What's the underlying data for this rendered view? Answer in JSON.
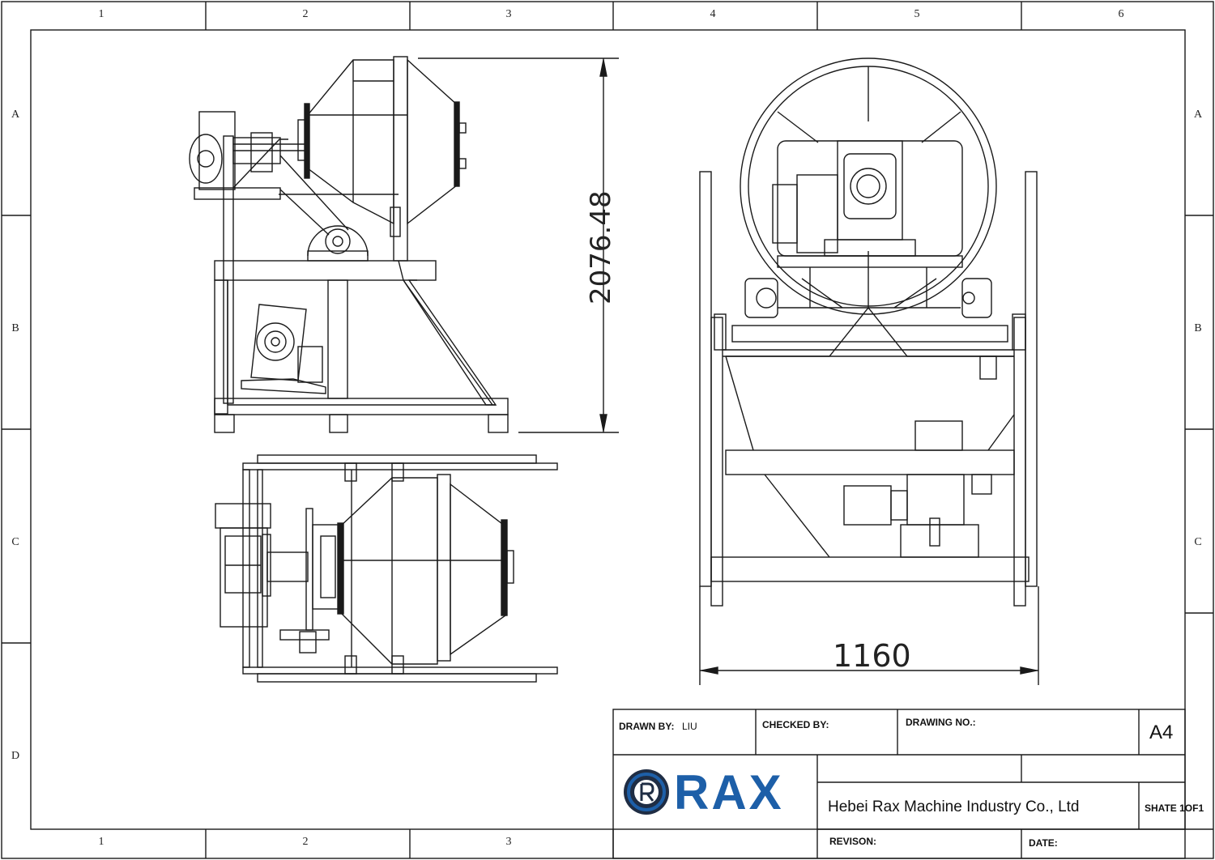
{
  "border": {
    "column_numbers": [
      "1",
      "2",
      "3",
      "4",
      "5",
      "6"
    ],
    "row_letters": [
      "A",
      "B",
      "C",
      "D"
    ]
  },
  "dimensions": {
    "height": "2076.48",
    "width": "1160"
  },
  "title_block": {
    "drawn_by_label": "DRAWN BY:",
    "drawn_by_value": "LIU",
    "checked_by_label": "CHECKED BY:",
    "drawing_no_label": "DRAWING NO.:",
    "size": "A4",
    "company": "Hebei Rax Machine Industry Co., Ltd",
    "sheet": "SHATE 1OF1",
    "revision_label": "REVISON:",
    "date_label": "DATE:",
    "logo": "RAX"
  },
  "colors": {
    "line": "#1a1a1a",
    "logo_blue": "#1d5fa8",
    "logo_dark": "#1f2d44"
  }
}
